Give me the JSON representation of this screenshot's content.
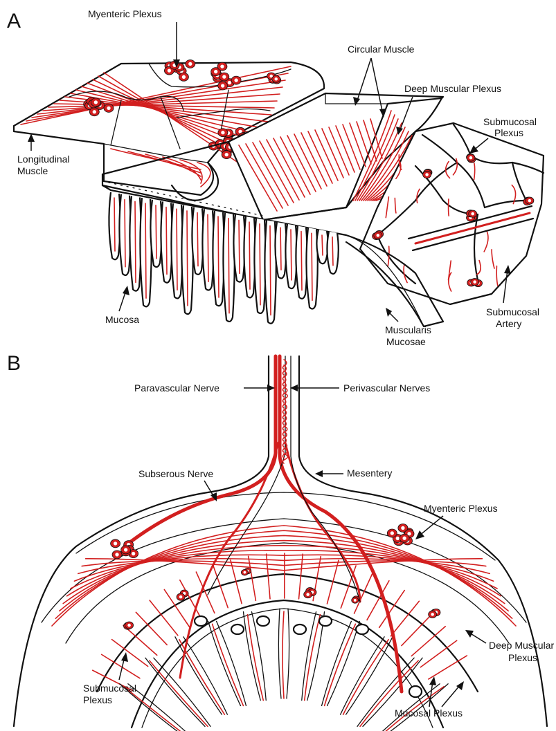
{
  "panels": {
    "a": {
      "letter": "A",
      "labels": {
        "myenteric_plexus": "Myenteric Plexus",
        "circular_muscle": "Circular Muscle",
        "deep_muscular_plexus": "Deep Muscular Plexus",
        "submucosal_plexus_line1": "Submucosal",
        "submucosal_plexus_line2": "Plexus",
        "longitudinal_muscle_line1": "Longitudinal",
        "longitudinal_muscle_line2": "Muscle",
        "mucosa": "Mucosa",
        "muscularis_mucosae_line1": "Muscularis",
        "muscularis_mucosae_line2": "Mucosae",
        "submucosal_artery_line1": "Submucosal",
        "submucosal_artery_line2": "Artery"
      }
    },
    "b": {
      "letter": "B",
      "labels": {
        "paravascular_nerve": "Paravascular Nerve",
        "perivascular_nerves": "Perivascular Nerves",
        "subserous_nerve": "Subserous Nerve",
        "mesentery": "Mesentery",
        "myenteric_plexus": "Myenteric Plexus",
        "deep_muscular_plexus_line1": "Deep Muscular",
        "deep_muscular_plexus_line2": "Plexus",
        "submucosal_plexus_line1": "Submucosal",
        "submucosal_plexus_line2": "Plexus",
        "mucosal_plexus": "Mucosal Plexus"
      }
    }
  },
  "colors": {
    "nerve_red": "#d21f1f",
    "ink": "#111111",
    "background": "#ffffff"
  }
}
